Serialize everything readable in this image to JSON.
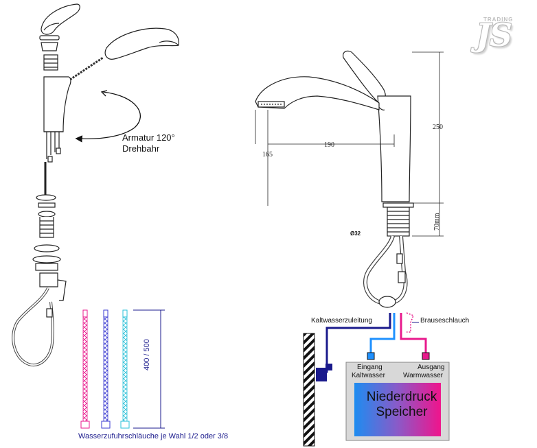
{
  "logo": {
    "brand": "JS",
    "tagline": "TRADING"
  },
  "left_diagram": {
    "rotation_label_line1": "Armatur 120°",
    "rotation_label_line2": "Drehbahr",
    "hose_length_label": "400 / 500",
    "hose_caption": "Wasserzufuhrschläuche je Wahl 1/2  oder 3/8",
    "hose_colors": [
      "#e8198c",
      "#3a3ad0",
      "#2ac0d8"
    ]
  },
  "right_diagram": {
    "dim_height": "250",
    "dim_reach": "190",
    "dim_spout": "165",
    "dim_thread": "70mm",
    "dim_diameter": "Ø32",
    "cold_supply_label": "Kaltwasserzuleitung",
    "shower_hose_label": "Brauseschlauch",
    "inlet_label_line1": "Eingang",
    "inlet_label_line2": "Kaltwasser",
    "outlet_label_line1": "Ausgang",
    "outlet_label_line2": "Warmwasser",
    "tank_line1": "Niederdruck",
    "tank_line2": "Speicher",
    "colors": {
      "cold": "#1e90ff",
      "hot": "#e8198c",
      "supply": "#1a1a8c"
    }
  }
}
